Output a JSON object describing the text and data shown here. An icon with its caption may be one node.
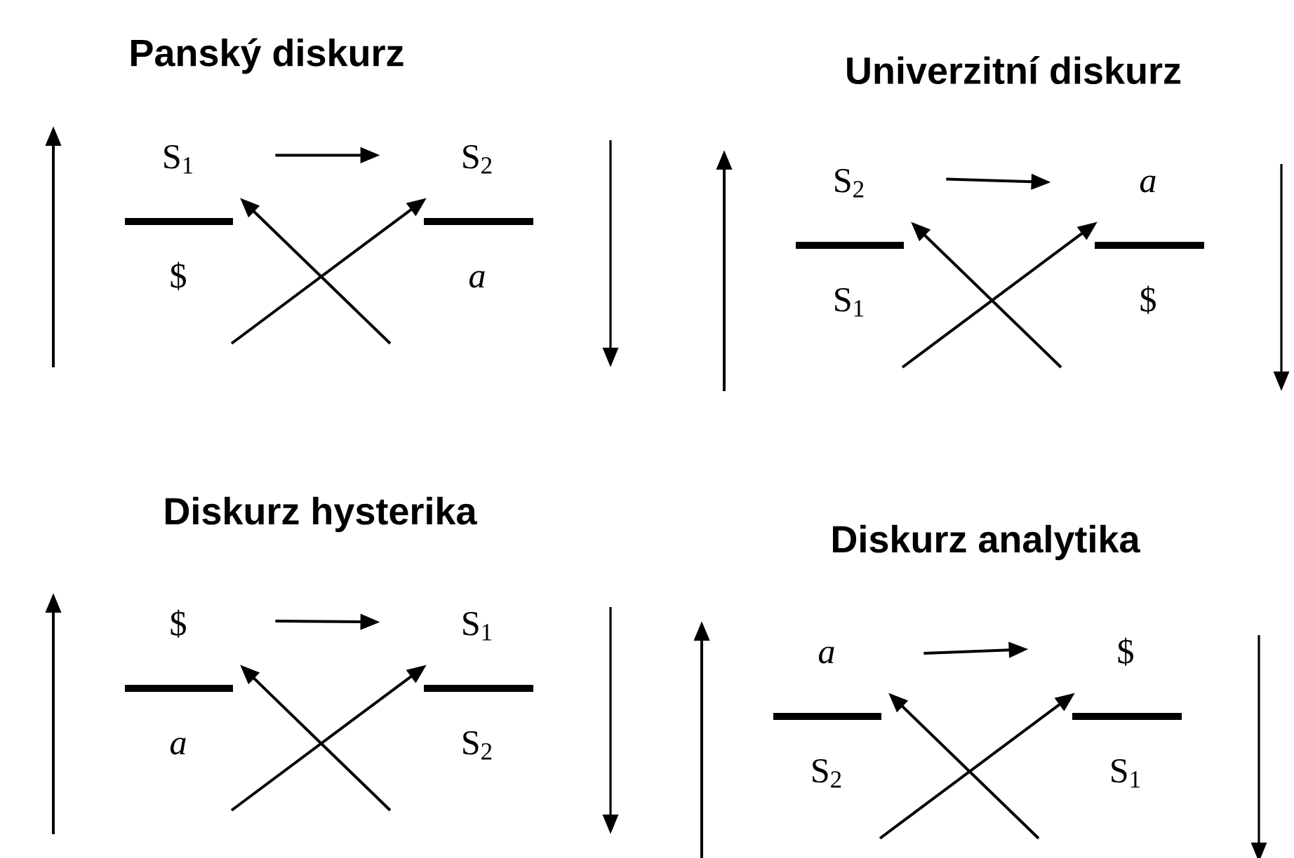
{
  "diagram": {
    "nodes": [
      {
        "text": [
          "S$_{1}$"
        ]
      },
      {
        "text": [
          "S$_{2}$"
        ]
      },
      {
        "text": [
          "$"
        ]
      },
      {
        "text": [
          "*a*"
        ]
      },
      {
        "text": [
          "S$_{2}$"
        ]
      },
      {
        "text": [
          "*a*"
        ]
      },
      {
        "text": [
          "S$_{1}$"
        ]
      },
      {
        "text": [
          "$"
        ]
      },
      {
        "text": [
          "$"
        ]
      },
      {
        "text": [
          "S$_{1}$"
        ]
      },
      {
        "text": [
          "*a*"
        ]
      },
      {
        "text": [
          "S$_{2}$"
        ]
      },
      {
        "text": [
          "*a*"
        ]
      },
      {
        "text": [
          "$"
        ]
      },
      {
        "text": [
          "S$_{2}$"
        ]
      },
      {
        "text": [
          "S$_{1}$"
        ]
      }
    ],
    "edges": [
      {
        "from": 0,
        "to": 1,
        "arrow": "to"
      },
      {
        "from": null,
        "to": 0,
        "arrow": "to"
      },
      {
        "from": null,
        "to": 1,
        "arrow": "to"
      },
      {
        "from": 4,
        "to": 5,
        "arrow": "to"
      },
      {
        "from": null,
        "to": 4,
        "arrow": "to"
      },
      {
        "from": null,
        "to": 5,
        "arrow": "to"
      },
      {
        "from": 8,
        "to": 9,
        "arrow": "to"
      },
      {
        "from": null,
        "to": 8,
        "arrow": "to"
      },
      {
        "from": null,
        "to": 9,
        "arrow": "to"
      },
      {
        "from": 12,
        "to": 13,
        "arrow": "to"
      },
      {
        "from": null,
        "to": 12,
        "arrow": "to"
      },
      {
        "from": null,
        "to": 13,
        "arrow": "to"
      }
    ],
    "labels": [
      "Panský diskurz",
      "Univerzitní diskurz",
      "Diskurz hysterika",
      "Diskurz analytika"
    ]
  }
}
